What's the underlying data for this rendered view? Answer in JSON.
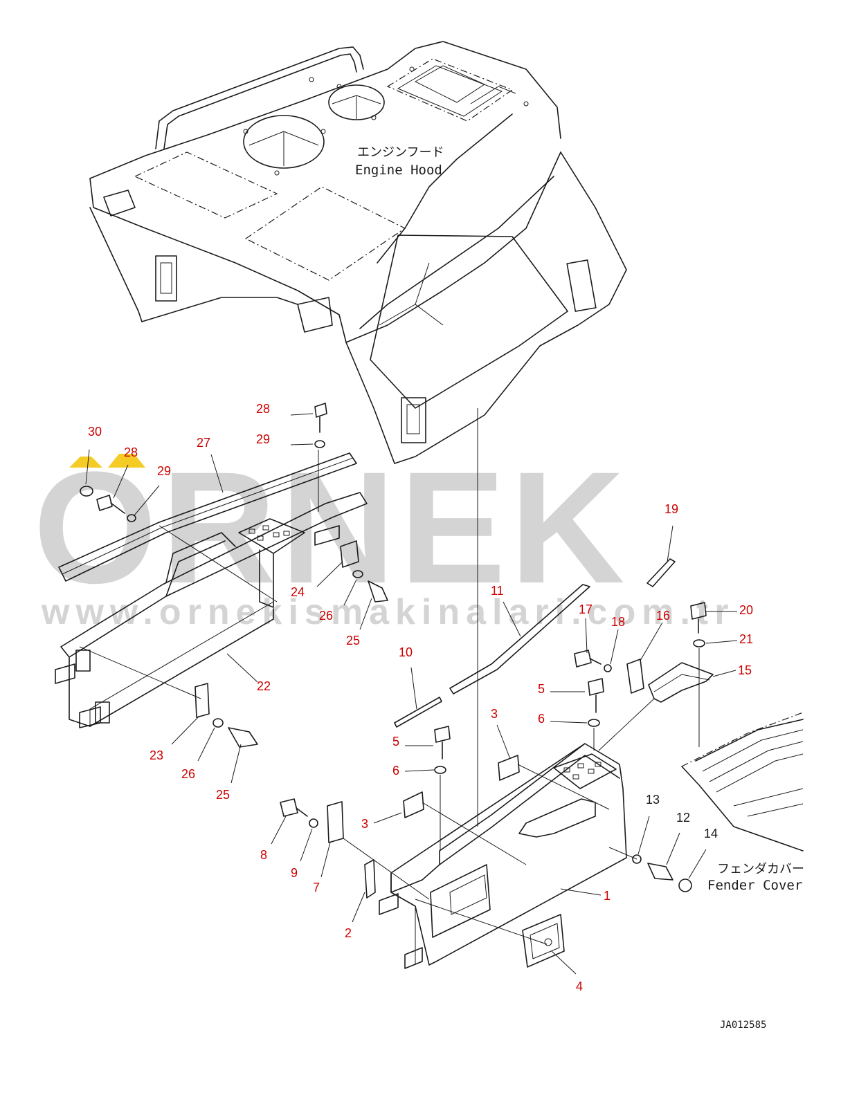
{
  "diagram": {
    "code": "JA012585",
    "colors": {
      "line": "#1a1a1a",
      "callout": "#cc0000",
      "callout_black": "#1a1a1a",
      "watermark": "#d4d4d4",
      "watermark_accent": "#f3c300"
    },
    "watermark": {
      "brand": "ORNEK",
      "url": "www.ornekismakinalari.com.tr"
    },
    "assemblies": {
      "engine_hood": {
        "jp": "エンジンフード",
        "en": "Engine Hood"
      },
      "fender_cover": {
        "jp": "フェンダカバー",
        "en": "Fender Cover"
      }
    },
    "callouts": {
      "c30": "30",
      "c28a": "28",
      "c29a": "29",
      "c27": "27",
      "c28b": "28",
      "c29b": "29",
      "c24": "24",
      "c26a": "26",
      "c25a": "25",
      "c22": "22",
      "c23": "23",
      "c26b": "26",
      "c25b": "25",
      "c19": "19",
      "c11": "11",
      "c10": "10",
      "c17": "17",
      "c18": "18",
      "c16": "16",
      "c20": "20",
      "c21": "21",
      "c15": "15",
      "c5a": "5",
      "c6a": "6",
      "c3a": "3",
      "c5b": "5",
      "c6b": "6",
      "c3b": "3",
      "c8": "8",
      "c9": "9",
      "c7": "7",
      "c2": "2",
      "c1": "1",
      "c4": "4",
      "c13": "13",
      "c12": "12",
      "c14": "14"
    }
  }
}
